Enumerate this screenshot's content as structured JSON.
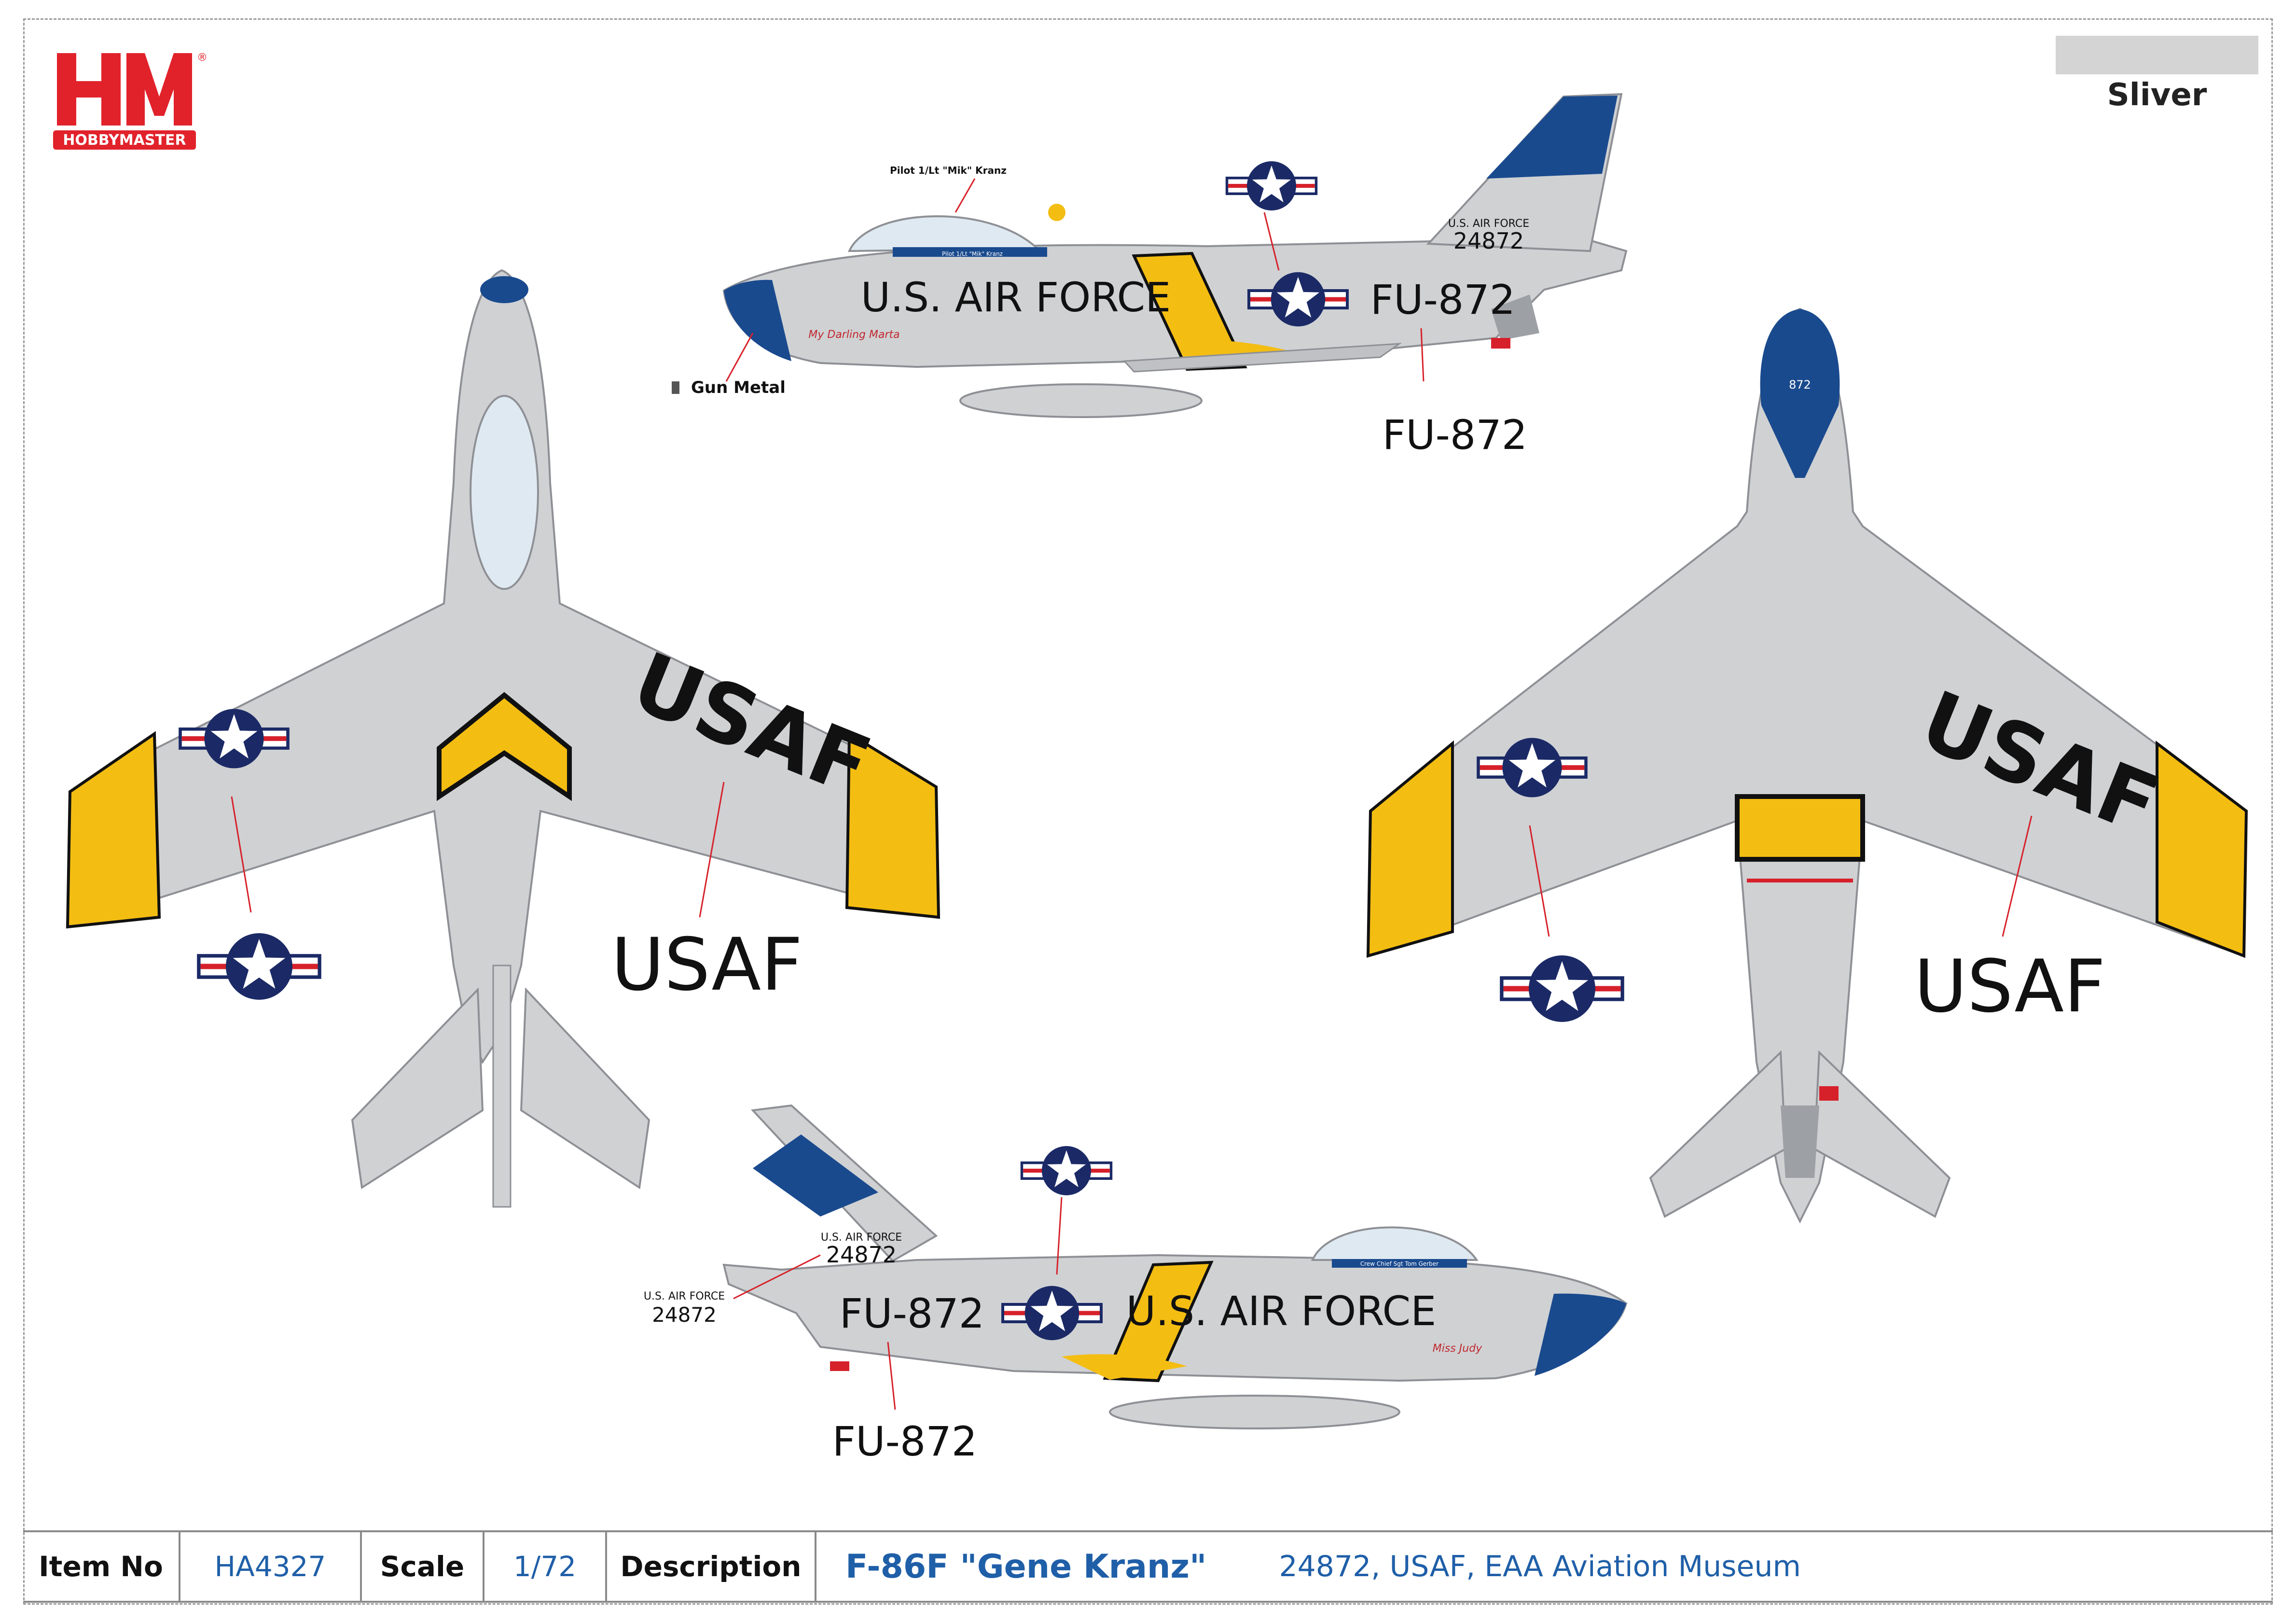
{
  "brand": {
    "logo_letters": "HM",
    "logo_name": "HOBBYMASTER",
    "logo_mark": "®",
    "red": "#e1222b"
  },
  "swatch": {
    "label": "Sliver",
    "color": "#d4d4d4"
  },
  "colors": {
    "aircraft_silver": "#cfd1d3",
    "panel_line": "#8e9095",
    "yellow": "#f4bd12",
    "blue": "#1a4a8e",
    "roundel_navy": "#1b2a66",
    "roundel_red": "#d6212a",
    "black": "#111111"
  },
  "side_view_top": {
    "pilot_label": "Pilot 1/Lt \"Mik\" Kranz",
    "canopy_rail": "Pilot 1/Lt \"Mik\" Kranz",
    "fuselage_text": "U.S. AIR FORCE",
    "buzz_number": "FU-872",
    "tail_line1": "U.S. AIR FORCE",
    "tail_line2": "24872",
    "nose_art": "My Darling Marta",
    "callout_gun": "Gun Metal",
    "callout_buzz": "FU-872"
  },
  "top_view": {
    "wing_text": "USAF",
    "callout_usaf": "USAF"
  },
  "bottom_view": {
    "wing_text": "USAF",
    "nose_number": "872",
    "callout_usaf": "USAF"
  },
  "side_view_bottom": {
    "canopy_rail": "Crew Chief Sgt Tom Gerber",
    "fuselage_text": "U.S. AIR FORCE",
    "buzz_number": "FU-872",
    "tail_line1": "U.S. AIR FORCE",
    "tail_line2": "24872",
    "nose_art": "Miss Judy",
    "callout_tail_line1": "U.S. AIR FORCE",
    "callout_tail_line2": "24872",
    "callout_buzz": "FU-872"
  },
  "info": {
    "item_no_label": "Item No",
    "item_no": "HA4327",
    "scale_label": "Scale",
    "scale": "1/72",
    "description_label": "Description",
    "title": "F-86F \"Gene Kranz\"",
    "subtitle": "24872, USAF, EAA Aviation Museum"
  }
}
